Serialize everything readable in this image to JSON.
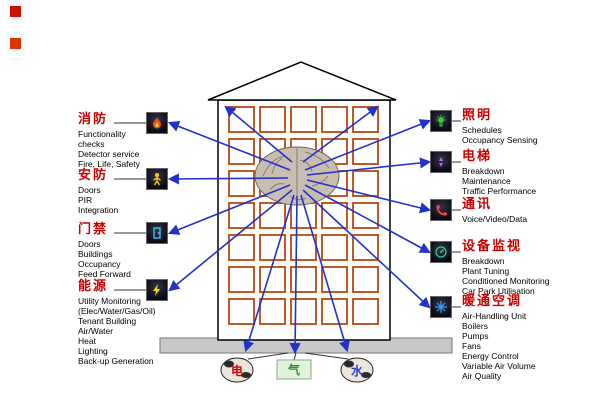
{
  "left_panels": [
    {
      "title": "消防",
      "items": [
        "Functionality",
        "checks",
        "Detector service",
        "Fire, Life, Safety"
      ]
    },
    {
      "title": "安防",
      "items": [
        "Doors",
        "PIR",
        "Integration"
      ]
    },
    {
      "title": "门禁",
      "items": [
        "Doors",
        "Buildings",
        "Occupancy",
        "Feed Forward"
      ]
    },
    {
      "title": "能源",
      "items": [
        "Utility Monitoring",
        "(Elec/Water/Gas/Oil)",
        "Tenant Building",
        "Air/Water",
        "Heat",
        "Lighting",
        "Back-up Generation"
      ]
    }
  ],
  "right_panels": [
    {
      "title": "照明",
      "items": [
        "Schedules",
        "Occupancy Sensing"
      ]
    },
    {
      "title": "电梯",
      "items": [
        "Breakdown",
        "Maintenance",
        "Traffic Performance"
      ]
    },
    {
      "title": "通讯",
      "items": [
        "Voice/Video/Data"
      ]
    },
    {
      "title": "设备监视",
      "items": [
        "Breakdown",
        "Plant Tuning",
        "Conditioned Monitoring",
        "Car Park Utilisation"
      ]
    },
    {
      "title": "暖通空调",
      "items": [
        "Air-Handling Unit",
        "Boilers",
        "Pumps",
        "Fans",
        "Energy Control",
        "Variable Air Volume",
        "Air Quality"
      ]
    }
  ],
  "utilities": [
    {
      "label": "电"
    },
    {
      "label": "气"
    },
    {
      "label": "水"
    }
  ],
  "icons": {
    "left": [
      "fire-icon",
      "security-icon",
      "door-access-icon",
      "energy-icon"
    ],
    "right": [
      "lighting-icon",
      "elevator-icon",
      "communications-icon",
      "equipment-monitoring-icon",
      "hvac-icon"
    ],
    "bottom": [
      "electricity-globe",
      "gas-box",
      "water-globe"
    ]
  },
  "colors": {
    "arrow_blue": "#2233cc",
    "window_orange": "#c05a2a",
    "label_red": "#cc0000",
    "electric_text": "#cc0000",
    "gas_text": "#2e8b2e",
    "water_text": "#2244cc"
  }
}
